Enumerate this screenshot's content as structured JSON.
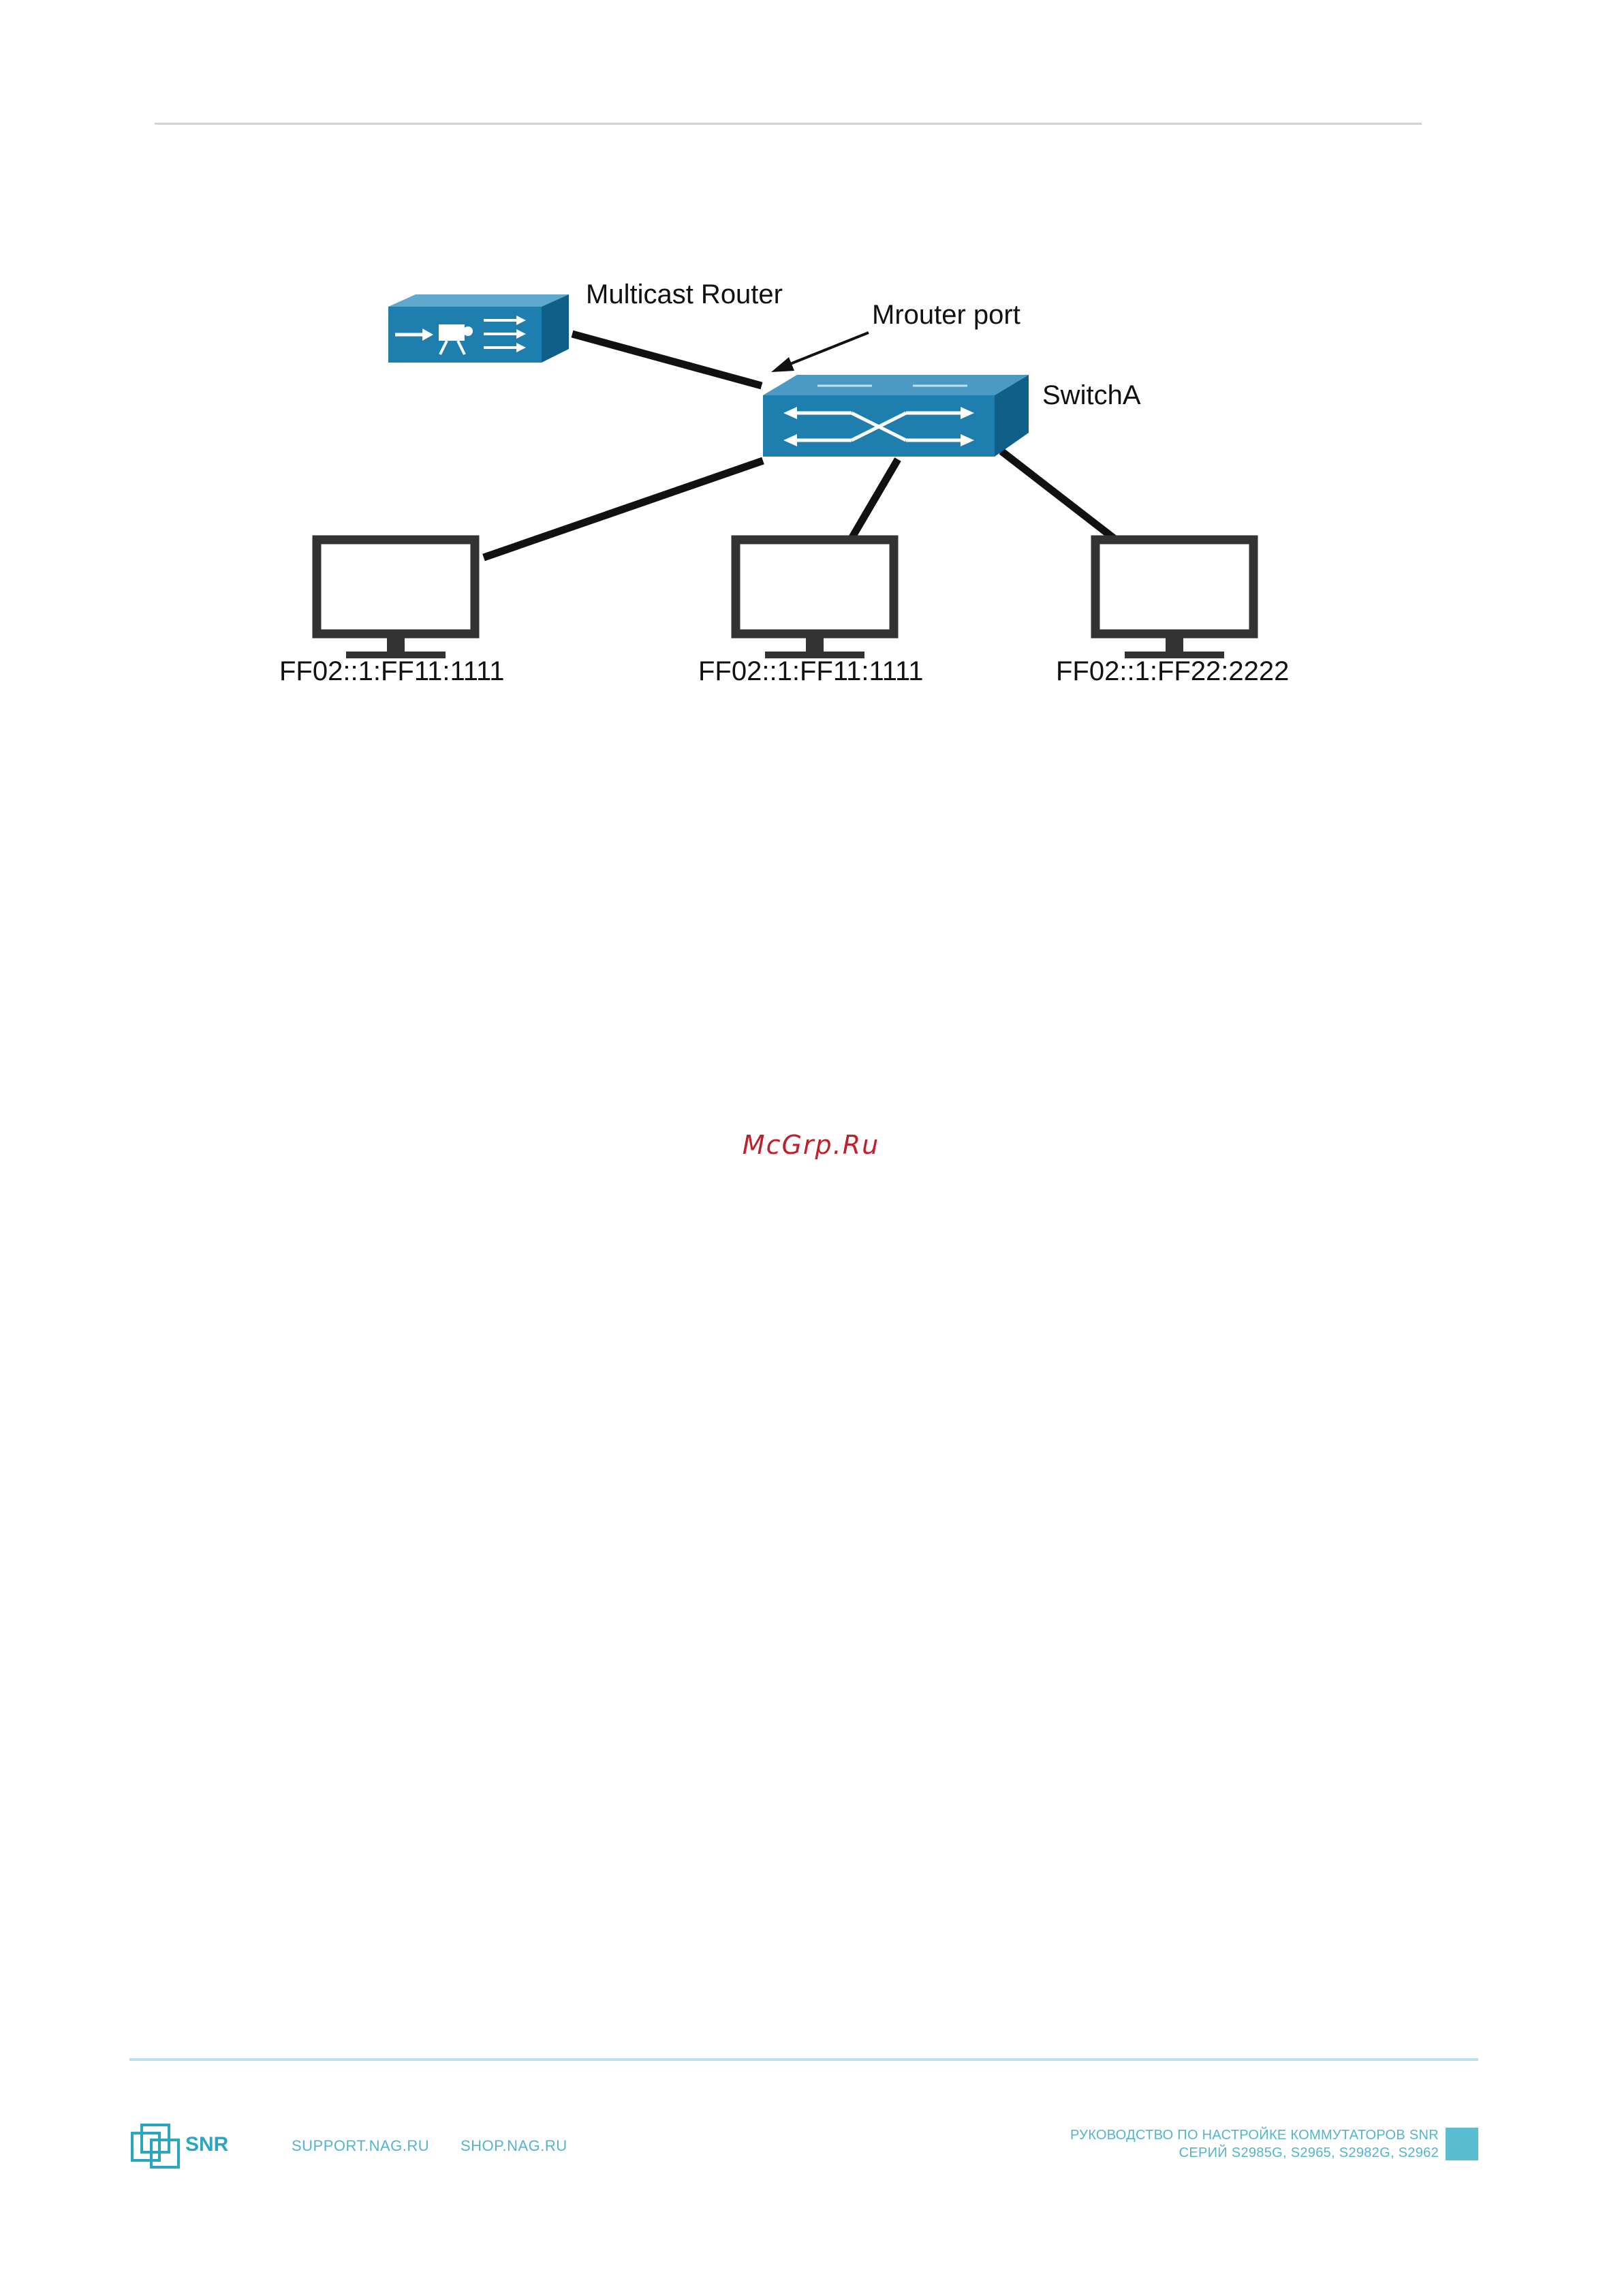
{
  "diagram": {
    "labels": {
      "multicast_router": "Multicast Router",
      "mrouter_port": "Mrouter port",
      "switch": "SwitchA",
      "host1": "FF02::1:FF11:1111",
      "host2": "FF02::1:FF11:1111",
      "host3": "FF02::1:FF22:2222"
    },
    "colors": {
      "device_blue": "#1e7fae",
      "device_dark": "#0f5f88",
      "line": "#111111"
    }
  },
  "watermark": "McGrp.Ru",
  "footer": {
    "brand": "SNR",
    "links": [
      "SUPPORT.NAG.RU",
      "SHOP.NAG.RU"
    ],
    "guide_line1": "РУКОВОДСТВО ПО НАСТРОЙКЕ КОММУТАТОРОВ SNR",
    "guide_line2": "СЕРИЙ S2985G, S2965, S2982G, S2962",
    "accent_color": "#5bbdd1"
  }
}
